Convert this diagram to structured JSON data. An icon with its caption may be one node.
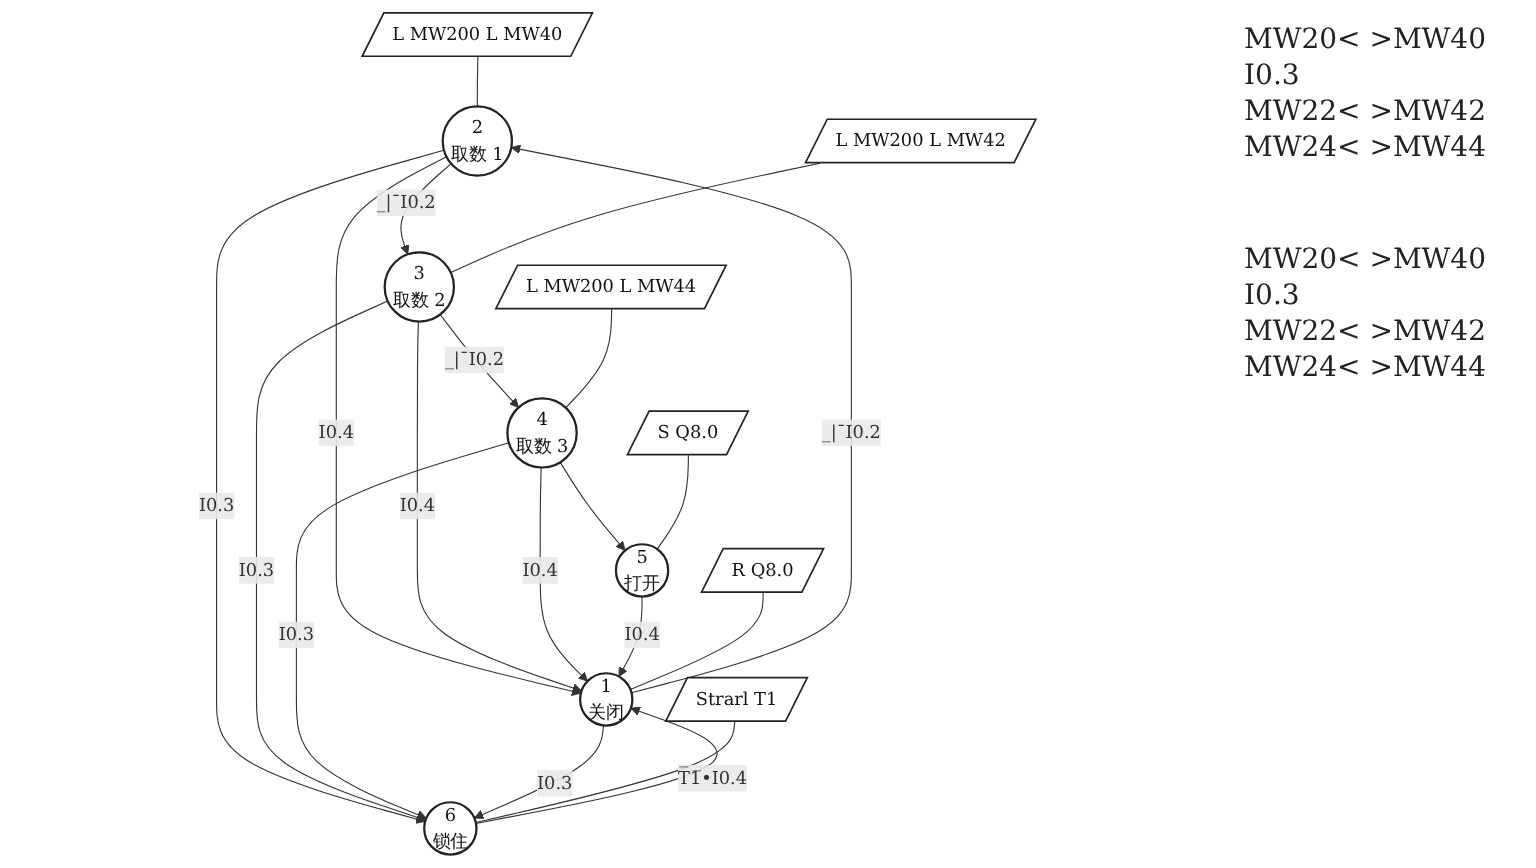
{
  "diagram": {
    "nodes": [
      {
        "text": [
          "L MW200 L MW40"
        ]
      },
      {
        "text": [
          "L MW200 L MW42"
        ]
      },
      {
        "text": [
          "L MW200 L MW44"
        ]
      },
      {
        "text": [
          "2",
          "取数 1"
        ]
      },
      {
        "text": [
          "3",
          "取数 2"
        ]
      },
      {
        "text": [
          "4",
          "取数 3"
        ]
      },
      {
        "text": [
          "1",
          "关闭"
        ]
      },
      {
        "text": [
          "5",
          "打开"
        ]
      },
      {
        "text": [
          "R Q8.0"
        ]
      },
      {
        "text": [
          "S Q8.0"
        ]
      },
      {
        "text": [
          "6",
          "锁住"
        ]
      },
      {
        "text": [
          "Strarl T1"
        ]
      }
    ],
    "edges": [
      {
        "from": 6,
        "to": 3,
        "arrow": "to",
        "label": "_|¯I0.2"
      },
      {
        "from": 3,
        "to": 6,
        "arrow": "to",
        "label": "I0.4"
      },
      {
        "from": 3,
        "to": 4,
        "arrow": "to",
        "label": "_|¯I0.2"
      },
      {
        "from": 4,
        "to": 6,
        "arrow": "to",
        "label": "I0.4"
      },
      {
        "from": 4,
        "to": 5,
        "arrow": "to",
        "label": "_|¯I0.2"
      },
      {
        "from": 5,
        "to": 6,
        "arrow": "to",
        "label": "I0.4"
      },
      {
        "from": 5,
        "to": 7,
        "arrow": "to"
      },
      {
        "from": 7,
        "to": 6,
        "arrow": "to",
        "label": "I0.4"
      },
      {
        "from": 3,
        "to": 10,
        "arrow": "to",
        "label": "I0.3"
      },
      {
        "from": 4,
        "to": 10,
        "arrow": "to",
        "label": "I0.3"
      },
      {
        "from": 5,
        "to": 10,
        "arrow": "to",
        "label": "I0.3"
      },
      {
        "from": 6,
        "to": 10,
        "arrow": "to",
        "label": "I0.3"
      },
      {
        "from": 10,
        "to": 6,
        "arrow": "to",
        "label": "T̅1̅•I0.4"
      },
      {
        "from": 0,
        "to": 3,
        "arrow": "none"
      },
      {
        "from": 1,
        "to": 4,
        "arrow": "none"
      },
      {
        "from": 2,
        "to": 5,
        "arrow": "none"
      },
      {
        "from": 8,
        "to": 6,
        "arrow": "none"
      },
      {
        "from": 9,
        "to": 7,
        "arrow": "none"
      },
      {
        "from": 11,
        "to": 10,
        "arrow": "none"
      }
    ],
    "labels": [
      "MW20< >MW40",
      "I0.3",
      "MW22< >MW42",
      "MW24< >MW44",
      "MW20< >MW40",
      "I0.3",
      "MW22< >MW42",
      "MW24< >MW44"
    ]
  }
}
